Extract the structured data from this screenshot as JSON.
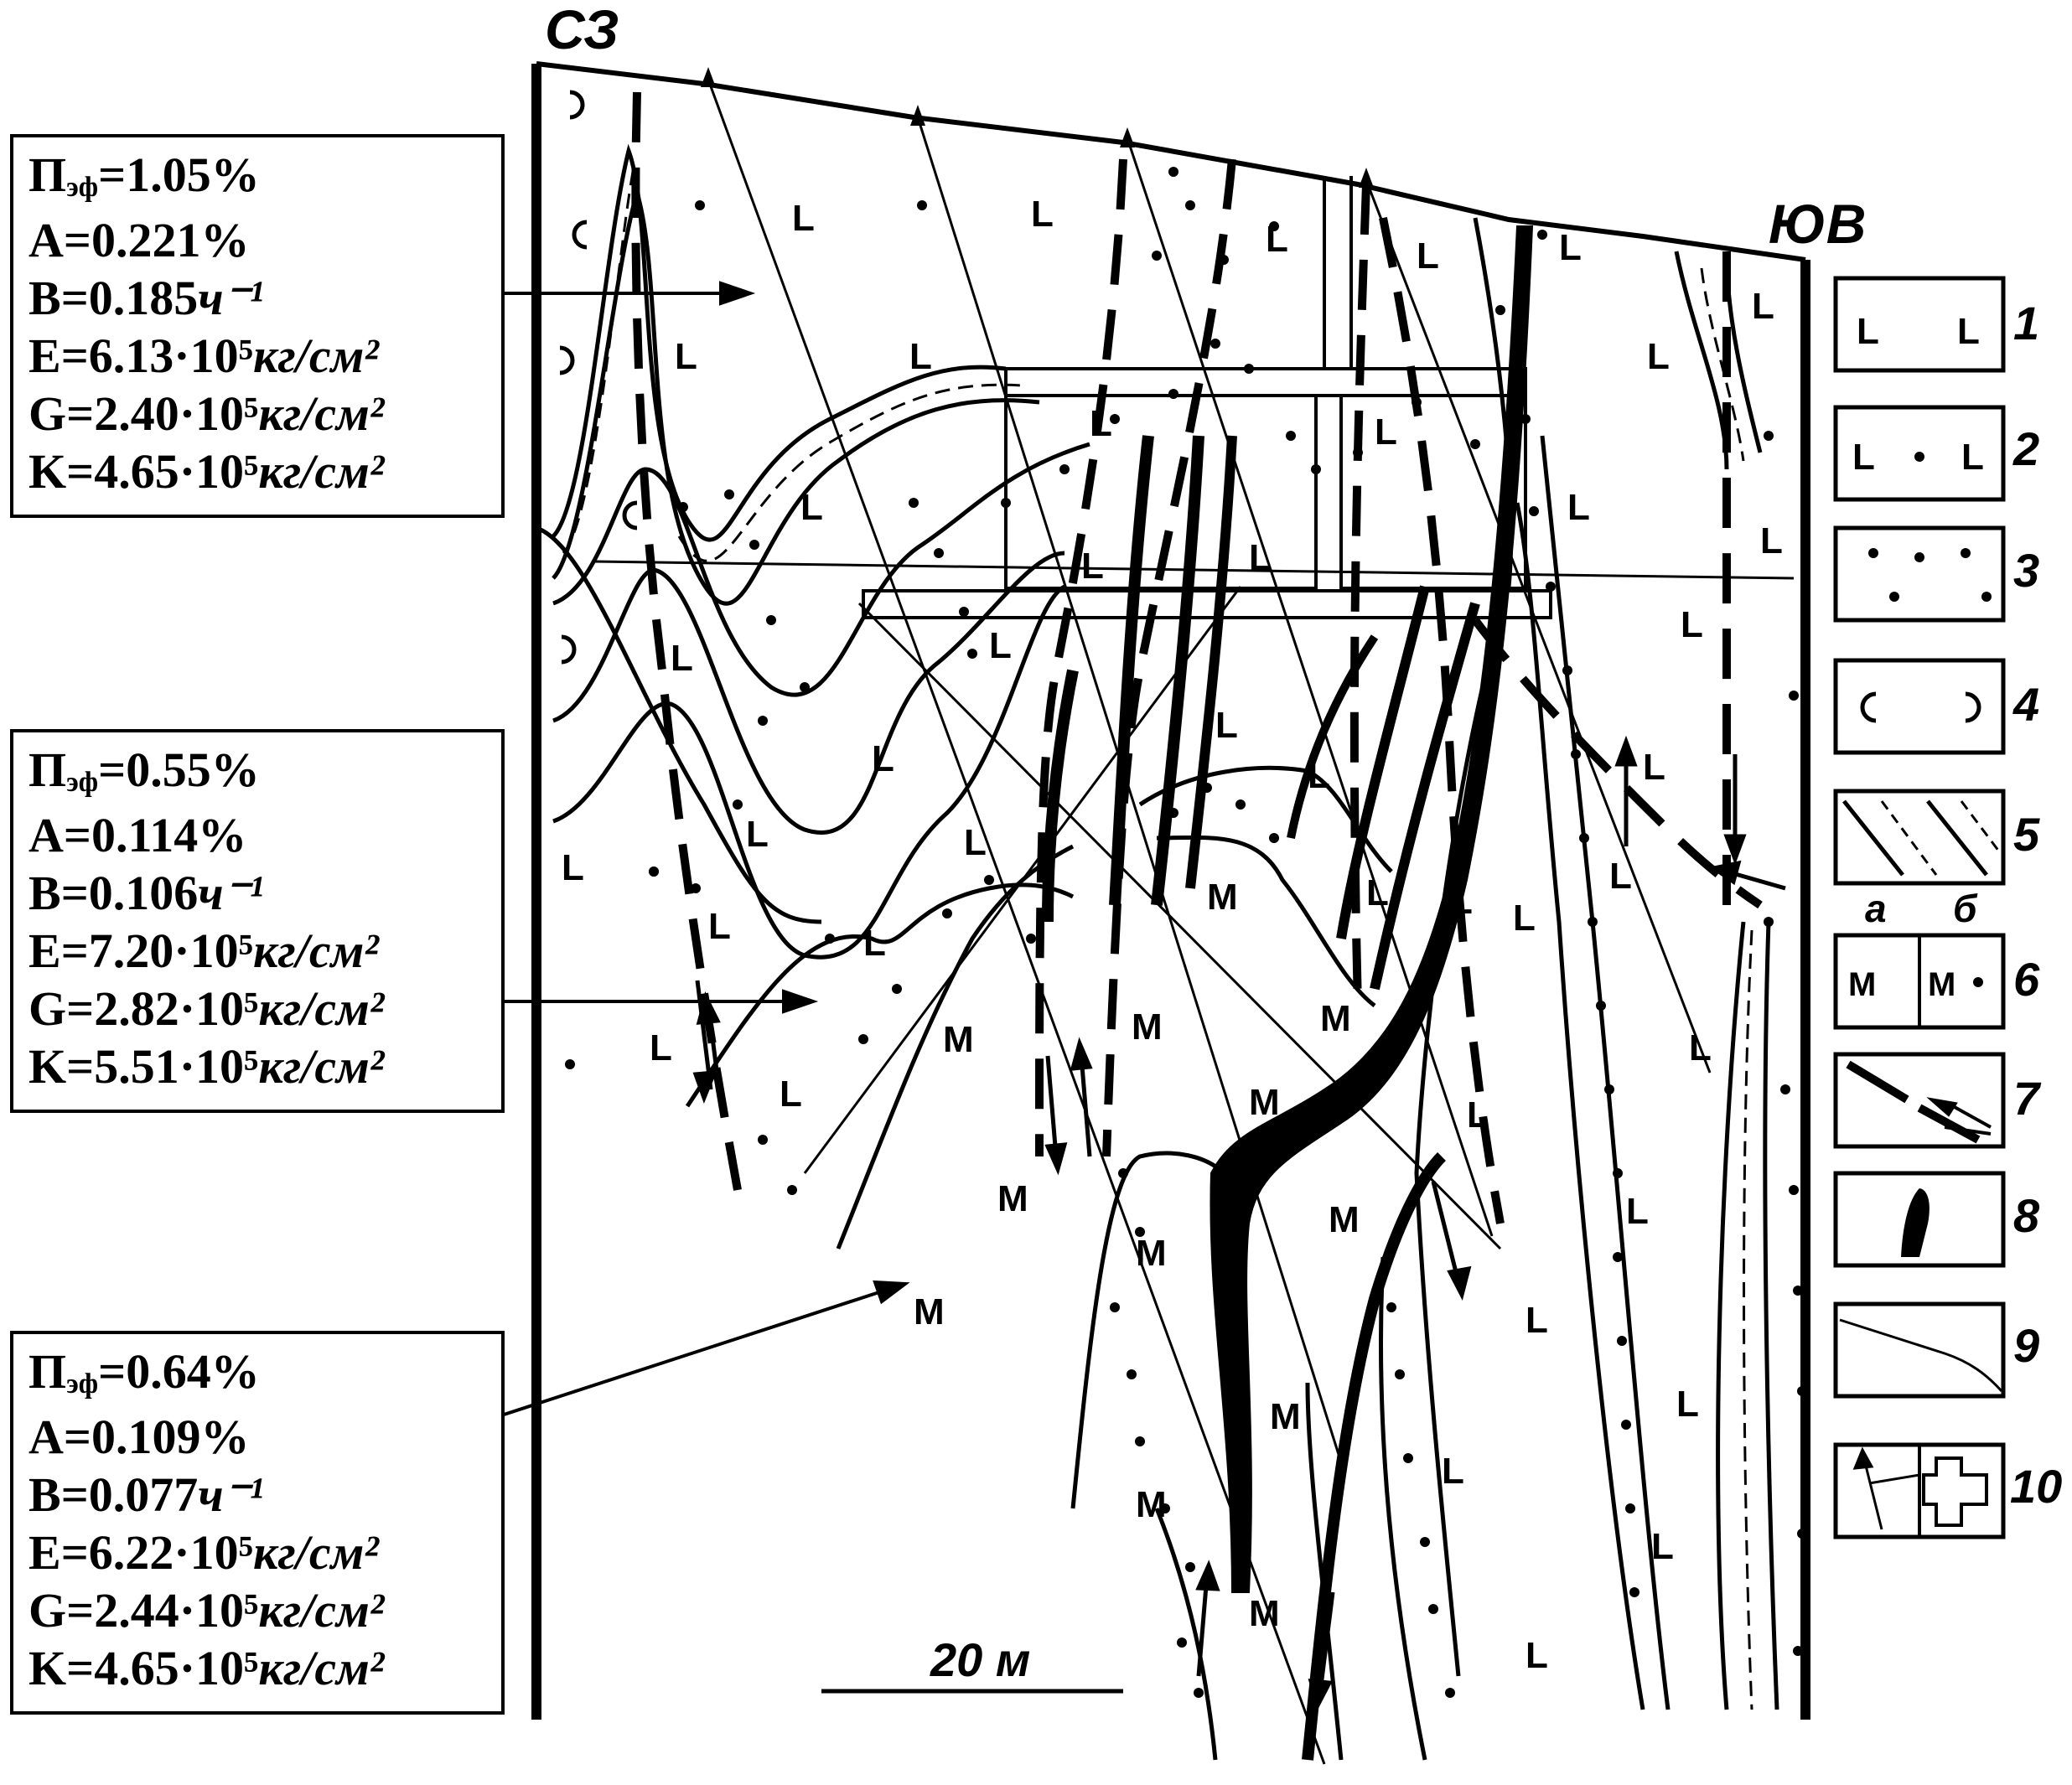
{
  "orientation": {
    "left": "СЗ",
    "right": "ЮВ"
  },
  "scale_bar": {
    "label": "20 м"
  },
  "lithology_marks": {
    "L": "L",
    "M": "M"
  },
  "parameter_boxes": [
    {
      "rows": [
        {
          "name": "П",
          "sub": "эф",
          "eq": "=",
          "value": "1.05%",
          "unit": ""
        },
        {
          "name": "A",
          "sub": "",
          "eq": "=",
          "value": "0.221%",
          "unit": ""
        },
        {
          "name": "B",
          "sub": "",
          "eq": "=",
          "value": "0.185",
          "unit": "ч⁻¹"
        },
        {
          "name": "E",
          "sub": "",
          "eq": "=",
          "value": "6.13·10⁵",
          "unit": "кг/см²"
        },
        {
          "name": "G",
          "sub": "",
          "eq": "=",
          "value": "2.40·10⁵",
          "unit": "кг/см²"
        },
        {
          "name": "K",
          "sub": "",
          "eq": "=",
          "value": "4.65·10⁵",
          "unit": "кг/см²"
        }
      ]
    },
    {
      "rows": [
        {
          "name": "П",
          "sub": "эф",
          "eq": "=",
          "value": "0.55%",
          "unit": ""
        },
        {
          "name": "A",
          "sub": "",
          "eq": "=",
          "value": "0.114%",
          "unit": ""
        },
        {
          "name": "B",
          "sub": "",
          "eq": "=",
          "value": "0.106",
          "unit": "ч⁻¹"
        },
        {
          "name": "E",
          "sub": "",
          "eq": "=",
          "value": "7.20·10⁵",
          "unit": "кг/см²"
        },
        {
          "name": "G",
          "sub": "",
          "eq": "=",
          "value": "2.82·10⁵",
          "unit": "кг/см²"
        },
        {
          "name": "K",
          "sub": "",
          "eq": "=",
          "value": "5.51·10⁵",
          "unit": "кг/см²"
        }
      ]
    },
    {
      "rows": [
        {
          "name": "П",
          "sub": "эф",
          "eq": "=",
          "value": "0.64%",
          "unit": ""
        },
        {
          "name": "A",
          "sub": "",
          "eq": "=",
          "value": "0.109%",
          "unit": ""
        },
        {
          "name": "B",
          "sub": "",
          "eq": "=",
          "value": "0.077",
          "unit": "ч⁻¹"
        },
        {
          "name": "E",
          "sub": "",
          "eq": "=",
          "value": "6.22·10⁵",
          "unit": "кг/см²"
        },
        {
          "name": "G",
          "sub": "",
          "eq": "=",
          "value": "2.44·10⁵",
          "unit": "кг/см²"
        },
        {
          "name": "K",
          "sub": "",
          "eq": "=",
          "value": "4.65·10⁵",
          "unit": "кг/см²"
        }
      ]
    }
  ],
  "legend": {
    "items": [
      {
        "number": "1",
        "symbol": "basalt-L-icon"
      },
      {
        "number": "2",
        "symbol": "basalt-L-dot-icon"
      },
      {
        "number": "3",
        "symbol": "dots-icon"
      },
      {
        "number": "4",
        "symbol": "brackets-icon"
      },
      {
        "number": "5",
        "symbol": "hatch-icon"
      },
      {
        "number": "6",
        "symbol": "M-split-icon",
        "sub_a": "а",
        "sub_b": "б",
        "left_mark": "M",
        "right_mark": "M"
      },
      {
        "number": "7",
        "symbol": "fault-arrow-icon"
      },
      {
        "number": "8",
        "symbol": "black-vein-icon"
      },
      {
        "number": "9",
        "symbol": "boundary-line-icon"
      },
      {
        "number": "10",
        "symbol": "borehole-cross-icon"
      }
    ]
  }
}
